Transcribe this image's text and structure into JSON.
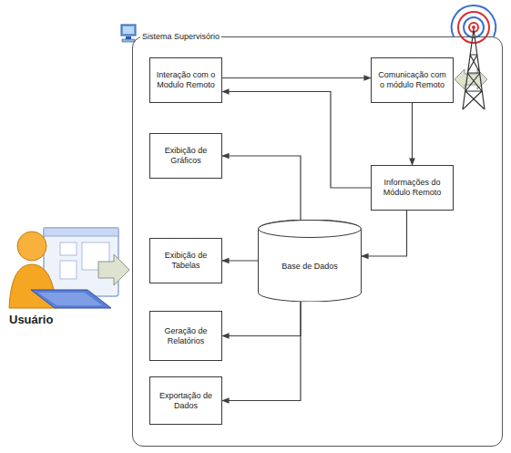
{
  "diagram": {
    "nodes": [
      {
        "text": [
          "Sistema Supervisório"
        ]
      },
      {
        "text": [
          "Interação com o Modulo Remoto"
        ],
        "in": 0
      },
      {
        "text": [
          "Comunicação com o módulo Remoto"
        ],
        "in": 0
      },
      {
        "text": [
          "Exibição de Gráficos"
        ],
        "in": 0
      },
      {
        "text": [
          "Informações do Módulo Remoto"
        ],
        "in": 0
      },
      {
        "text": [
          "Base de Dados"
        ],
        "in": 0
      },
      {
        "text": [
          "Exibição de Tabelas"
        ],
        "in": 0
      },
      {
        "text": [
          "Geração de Relatórios"
        ],
        "in": 0
      },
      {
        "text": [
          "Exportação de Dados"
        ],
        "in": 0
      }
    ],
    "edges": [
      {
        "from": 1,
        "to": 2,
        "arrow": "to"
      },
      {
        "from": 2,
        "to": 4,
        "arrow": "to"
      },
      {
        "from": 4,
        "to": 1,
        "arrow": "to"
      },
      {
        "from": 4,
        "to": 5,
        "arrow": "to"
      },
      {
        "from": 5,
        "to": 3,
        "arrow": "to"
      },
      {
        "from": 5,
        "to": 6,
        "arrow": "to"
      },
      {
        "from": 5,
        "to": 7,
        "arrow": "to"
      },
      {
        "from": 5,
        "to": 8,
        "arrow": "to"
      }
    ],
    "labels": [
      "Usuário"
    ]
  }
}
